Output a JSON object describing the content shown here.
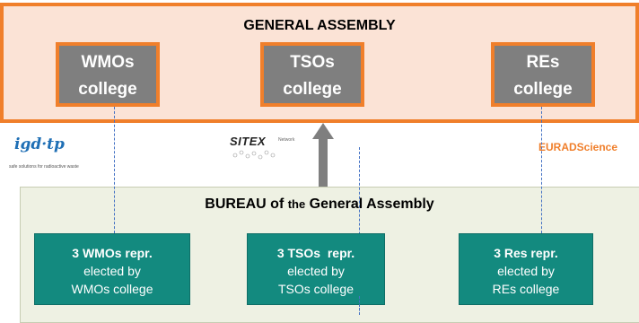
{
  "general_assembly": {
    "title": "GENERAL ASSEMBLY",
    "colleges": [
      {
        "line1": "WMOs",
        "line2": "college"
      },
      {
        "line1": "TSOs",
        "line2": "college"
      },
      {
        "line1": "REs",
        "line2": "college"
      }
    ]
  },
  "logos": {
    "igdtp": "igd·tp",
    "igdtp_tagline": "safe solutions for radioactive waste",
    "sitex": "SITEX",
    "sitex_sup": "Network",
    "eurad": "EURADScience"
  },
  "bureau": {
    "title_part1": "BUREAU of ",
    "title_small": "the",
    "title_part2": " General Assembly",
    "reps": [
      {
        "title": "3 WMOs repr.",
        "line2": "elected by",
        "line3": "WMOs college"
      },
      {
        "title": "3 TSOs  repr.",
        "line2": "elected by",
        "line3": "TSOs college"
      },
      {
        "title": "3 Res repr.",
        "line2": "elected by",
        "line3": "REs college"
      }
    ]
  },
  "colors": {
    "orange": "#f07f2b",
    "ga_fill": "#fbe3d6",
    "college_fill": "#7f7f7f",
    "bureau_fill": "#eef1e3",
    "rep_fill": "#138a7f",
    "connector": "#4472c4",
    "arrow": "#7f7f7f"
  }
}
